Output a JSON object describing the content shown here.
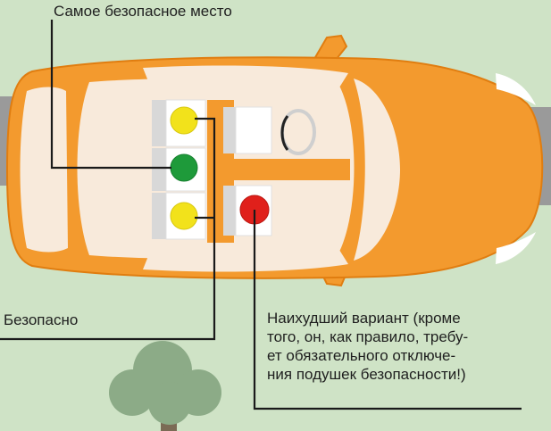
{
  "labels": {
    "safest_place": "Самое безопасное место",
    "safe": "Безопасно",
    "worst_option": [
      "Наихудший вариант (кроме",
      "того, он, как правило, требу-",
      "ет обязательного отключе-",
      "ния подушек безопасности!)"
    ]
  },
  "colors": {
    "background": "#cfe3c6",
    "car_body": "#f39a2e",
    "car_outline": "#e07d10",
    "windows": "#f8eadb",
    "seat_fill": "#ffffff",
    "seat_side": "#d8d8d8",
    "safest_marker": "#1e9a3a",
    "safe_marker": "#f2e21b",
    "worst_marker": "#e0201b",
    "road": "#9a9a9a",
    "tree": "#8cab87",
    "trunk": "#7b6a55",
    "leader_line": "#1a1a1a"
  },
  "markers": [
    {
      "name": "rear-left-seat",
      "status": "safe"
    },
    {
      "name": "rear-middle-seat",
      "status": "safest"
    },
    {
      "name": "rear-right-seat",
      "status": "safe"
    },
    {
      "name": "front-passenger-seat",
      "status": "worst"
    }
  ]
}
